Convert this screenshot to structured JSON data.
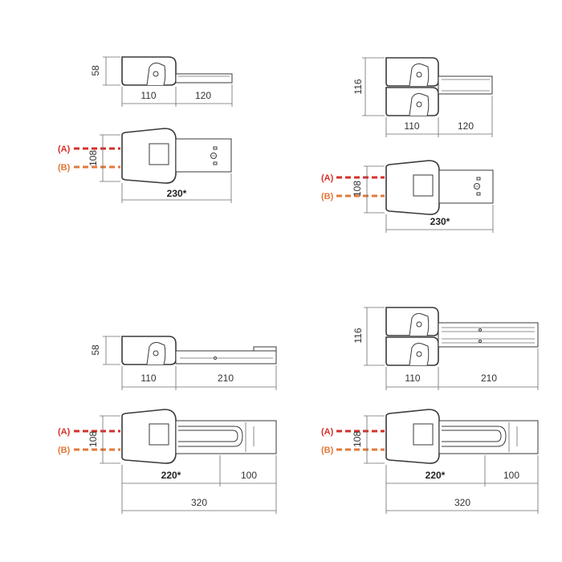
{
  "dimensions": {
    "d58": "58",
    "d110": "110",
    "d120": "120",
    "d108": "108",
    "d230": "230*",
    "d116": "116",
    "d210": "210",
    "d220": "220*",
    "d100": "100",
    "d320": "320"
  },
  "labels": {
    "a": "(A)",
    "b": "(B)"
  },
  "colors": {
    "a": "#d6302a",
    "b": "#e2793a"
  }
}
